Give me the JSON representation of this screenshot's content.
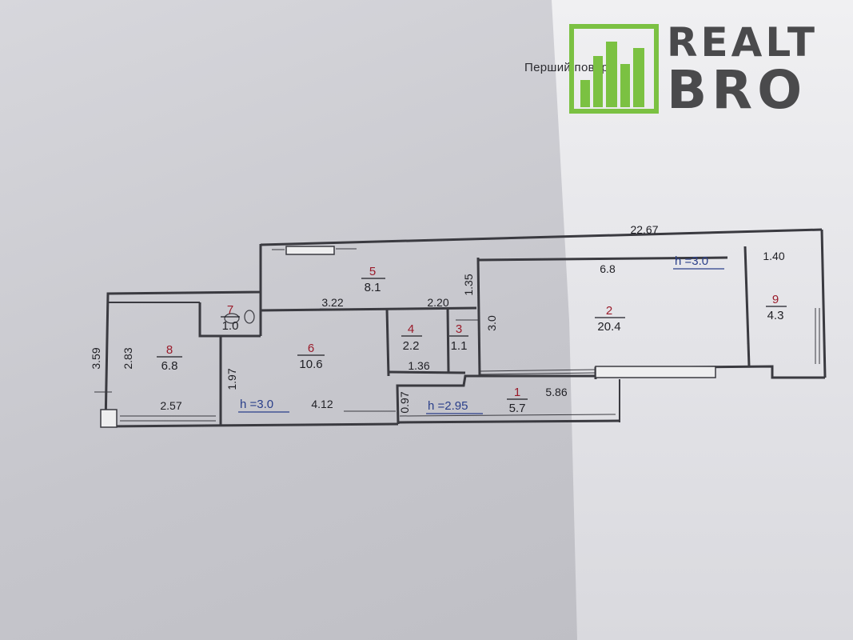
{
  "floor_title": "Перший поверх",
  "logo": {
    "line1": "REALT",
    "line2": "BRO",
    "accent_color": "#7bc142",
    "text_color": "#4a4a4c"
  },
  "rooms": [
    {
      "number": "1",
      "area": "5.7"
    },
    {
      "number": "2",
      "area": "20.4"
    },
    {
      "number": "3",
      "area": "1.1"
    },
    {
      "number": "4",
      "area": "2.2"
    },
    {
      "number": "5",
      "area": "8.1"
    },
    {
      "number": "6",
      "area": "10.6"
    },
    {
      "number": "7",
      "area": "1.0"
    },
    {
      "number": "8",
      "area": "6.8"
    },
    {
      "number": "9",
      "area": "4.3"
    }
  ],
  "dimensions": {
    "overall_length": "22.67",
    "d_6_8": "6.8",
    "d_1_40": "1.40",
    "d_1_35": "1.35",
    "d_3_0": "3.0",
    "d_3_22": "3.22",
    "d_2_20": "2.20",
    "d_1_36": "1.36",
    "d_3_59": "3.59",
    "d_2_83": "2.83",
    "d_1_97": "1.97",
    "d_2_57": "2.57",
    "d_4_12": "4.12",
    "d_0_97": "0.97",
    "d_5_86": "5.86"
  },
  "heights": {
    "main": "h =3.0",
    "left": "h =3.0",
    "corridor": "h =2.95"
  }
}
